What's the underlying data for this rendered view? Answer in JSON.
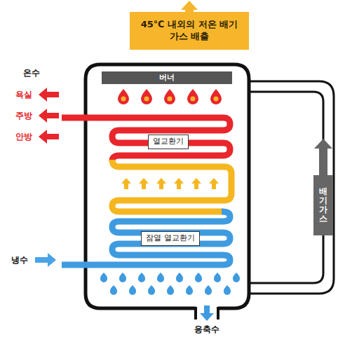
{
  "diagram": {
    "nodes": [
      {
        "text": [
          "45℃ 내외의 저온 배기가스 배출"
        ]
      },
      {
        "text": [
          "버너"
        ]
      },
      {
        "text": [
          "열교환기"
        ]
      },
      {
        "text": [
          "잠열 열교환기"
        ]
      },
      {
        "text": [
          "배기가스"
        ]
      }
    ],
    "labels": [
      "온수",
      "욕실",
      "주방",
      "안방",
      "냉수",
      "응축수"
    ]
  }
}
